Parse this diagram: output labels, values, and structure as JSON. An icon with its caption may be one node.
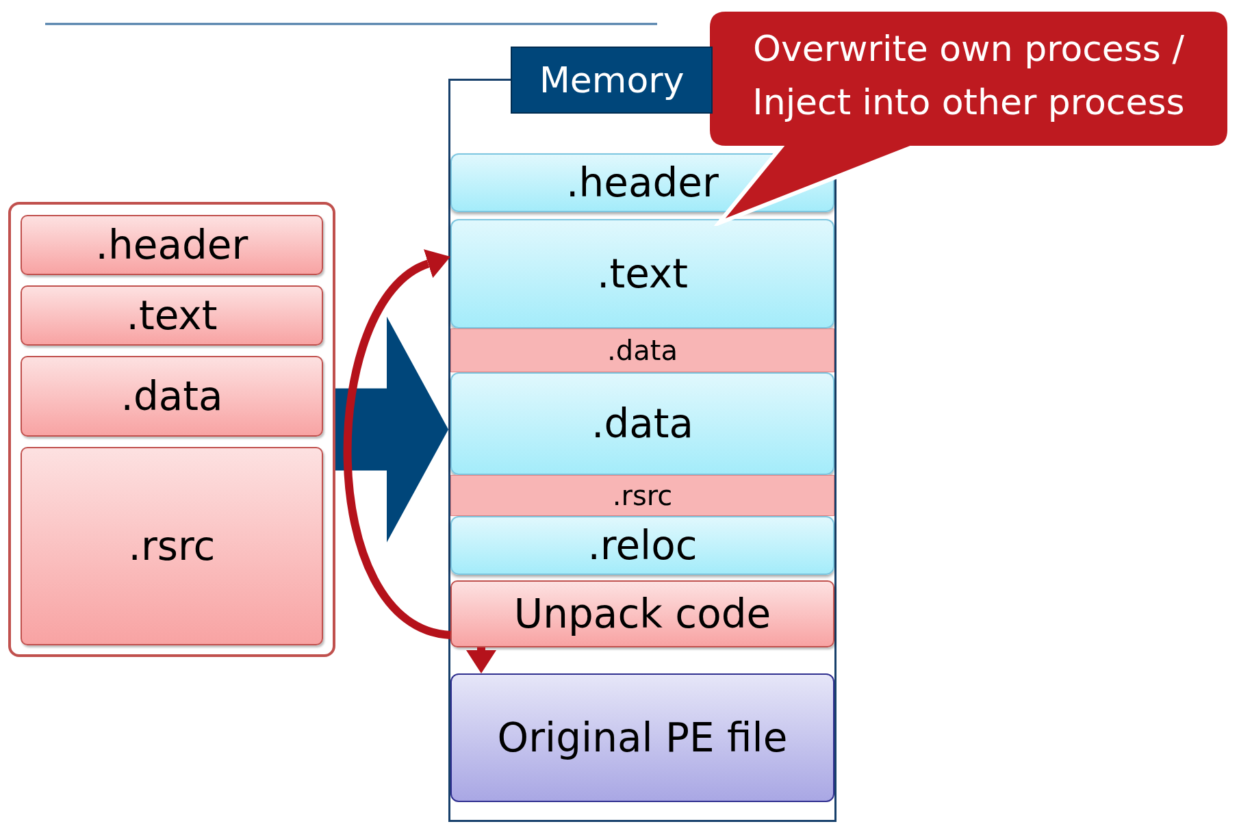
{
  "diagram": {
    "nodes": [
      {
        "text": [],
        "shape": "box"
      },
      {
        "text": [
          ".header"
        ],
        "in": 0
      },
      {
        "text": [
          ".text"
        ],
        "in": 0
      },
      {
        "text": [
          ".data"
        ],
        "in": 0
      },
      {
        "text": [
          ".rsrc"
        ],
        "in": 0
      },
      {
        "text": [
          "Memory"
        ]
      },
      {
        "text": [
          ".header"
        ],
        "in": 5
      },
      {
        "text": [
          ".text"
        ],
        "in": 5
      },
      {
        "text": [
          ".data"
        ],
        "in": 5
      },
      {
        "text": [
          ".data"
        ],
        "in": 5
      },
      {
        "text": [
          ".rsrc"
        ],
        "in": 5
      },
      {
        "text": [
          ".reloc"
        ],
        "in": 5
      },
      {
        "text": [
          "Unpack code"
        ],
        "in": 5
      },
      {
        "text": [
          "Original PE file"
        ],
        "in": 5
      },
      {
        "text": [
          "Overwrite own process / Inject into other process"
        ]
      }
    ],
    "edges": [
      {
        "from": 0,
        "to": 5,
        "arrow": "to",
        "style": "thick",
        "color": "#00467a"
      },
      {
        "from": 12,
        "to": 7,
        "arrow": "to"
      },
      {
        "from": 12,
        "to": 13,
        "arrow": "to"
      }
    ]
  }
}
